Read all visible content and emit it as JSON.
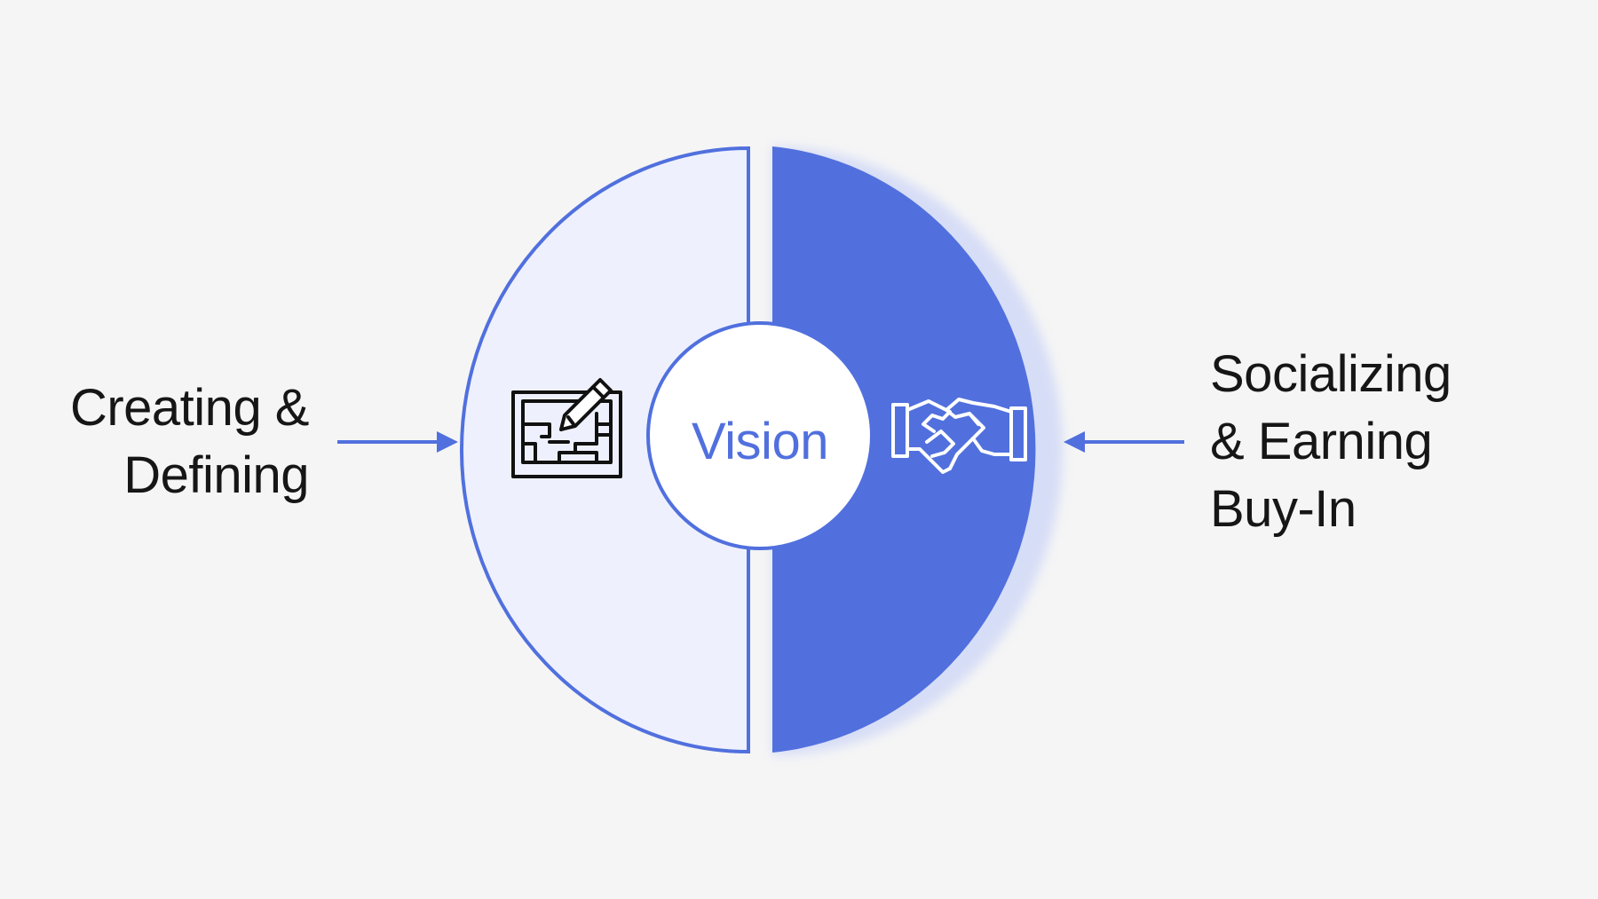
{
  "diagram": {
    "center_label": "Vision",
    "left_label_lines": [
      "Creating &",
      "Defining"
    ],
    "right_label_lines": [
      "Socializing",
      "& Earning",
      "Buy-In"
    ],
    "left_icon": "blueprint-pencil-icon",
    "right_icon": "handshake-icon"
  },
  "colors": {
    "background": "#f5f5f5",
    "accent": "#5170de",
    "left_half_fill": "#eef1fd",
    "center_fill": "#ffffff",
    "text": "#161616",
    "icon_dark": "#111111"
  }
}
